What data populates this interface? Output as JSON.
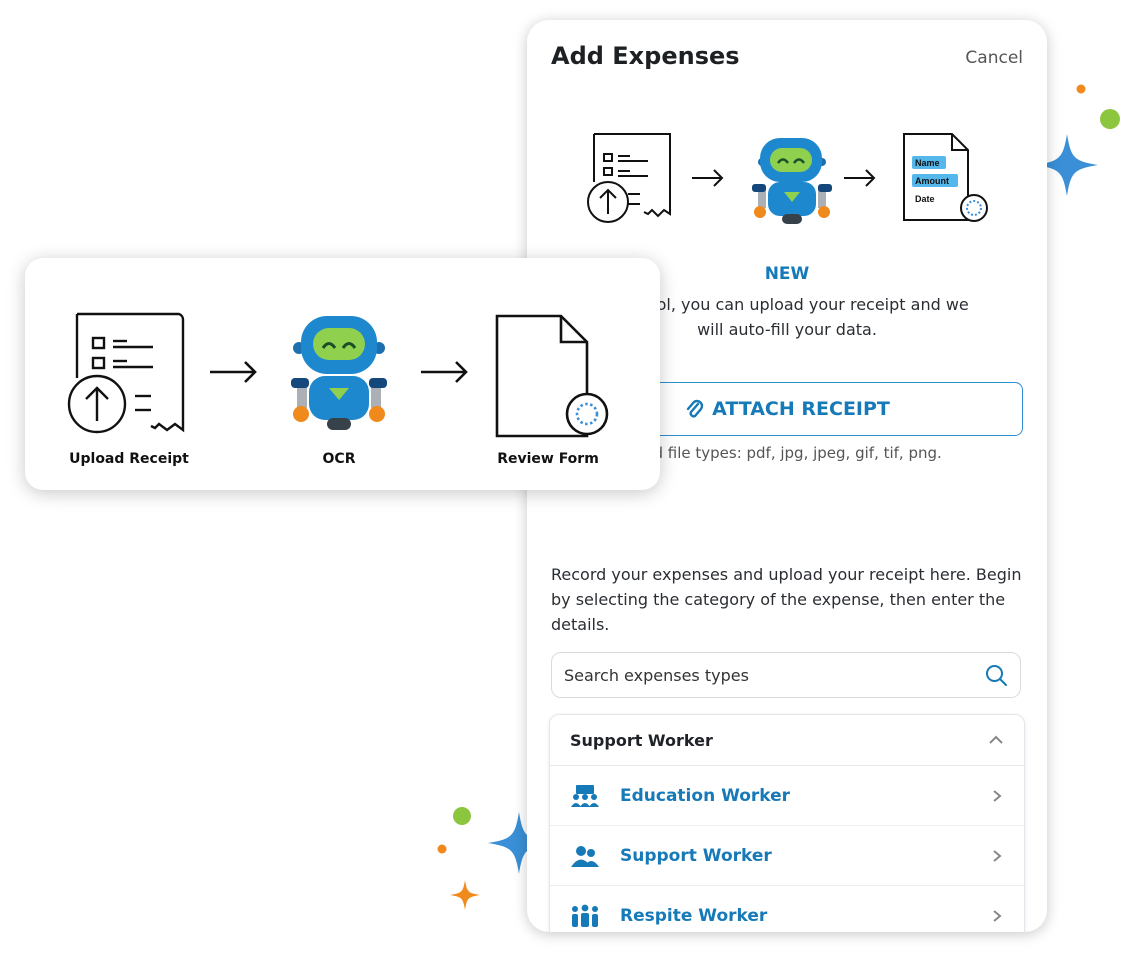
{
  "panel": {
    "title": "Add Expenses",
    "cancel_label": "Cancel",
    "new_label": "NEW",
    "ai_text_line1": "v AI tool, you can upload your receipt and we",
    "ai_text_line2": "will auto-fill your data.",
    "attach_label": "ATTACH RECEIPT",
    "filetypes": "rted file types: pdf, jpg, jpeg, gif, tif, png.",
    "record_text": "Record your expenses and upload your receipt here. Begin by selecting the category of the expense, then enter the details.",
    "search_placeholder": "Search expenses types",
    "doc_fields": [
      "Name",
      "Amount",
      "Date"
    ]
  },
  "category": {
    "title": "Support Worker",
    "items": [
      {
        "label": "Education Worker",
        "icon": "education-worker-icon"
      },
      {
        "label": "Support Worker",
        "icon": "support-worker-icon"
      },
      {
        "label": "Respite Worker",
        "icon": "respite-worker-icon"
      }
    ]
  },
  "flow_card": {
    "steps": [
      "Upload Receipt",
      "OCR",
      "Review Form"
    ]
  },
  "colors": {
    "accent": "#1679b8",
    "robot_blue": "#1e88cf",
    "robot_green": "#8fd14f",
    "orange": "#f08a1c",
    "spark_blue": "#3a8fd6",
    "spark_green": "#8cc63f"
  }
}
